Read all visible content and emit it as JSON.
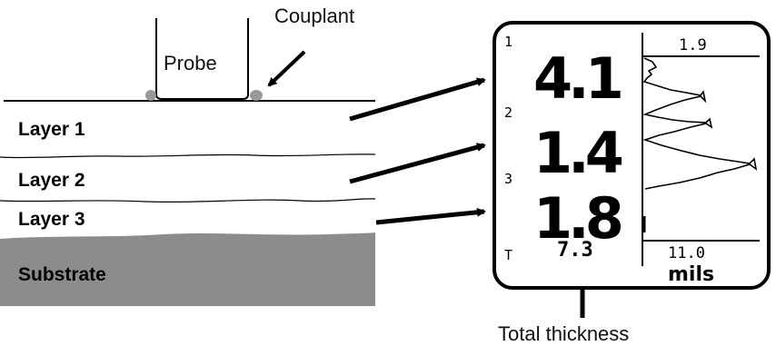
{
  "callouts": {
    "probe": "Probe",
    "couplant": "Couplant",
    "total_thickness": "Total thickness"
  },
  "layers": [
    {
      "label": "Layer 1"
    },
    {
      "label": "Layer 2"
    },
    {
      "label": "Layer 3"
    },
    {
      "label": "Substrate",
      "color": "#8c8c8c"
    }
  ],
  "display": {
    "readings": [
      {
        "index": "1",
        "value": "4.1"
      },
      {
        "index": "2",
        "value": "1.4"
      },
      {
        "index": "3",
        "value": "1.8"
      }
    ],
    "total": {
      "index": "T",
      "value": "7.3"
    },
    "scale_top": "1.9",
    "scale_bottom": "11.0",
    "unit": "mils"
  },
  "colors": {
    "substrate": "#8c8c8c",
    "couplant": "#999999",
    "ink": "#000000"
  }
}
